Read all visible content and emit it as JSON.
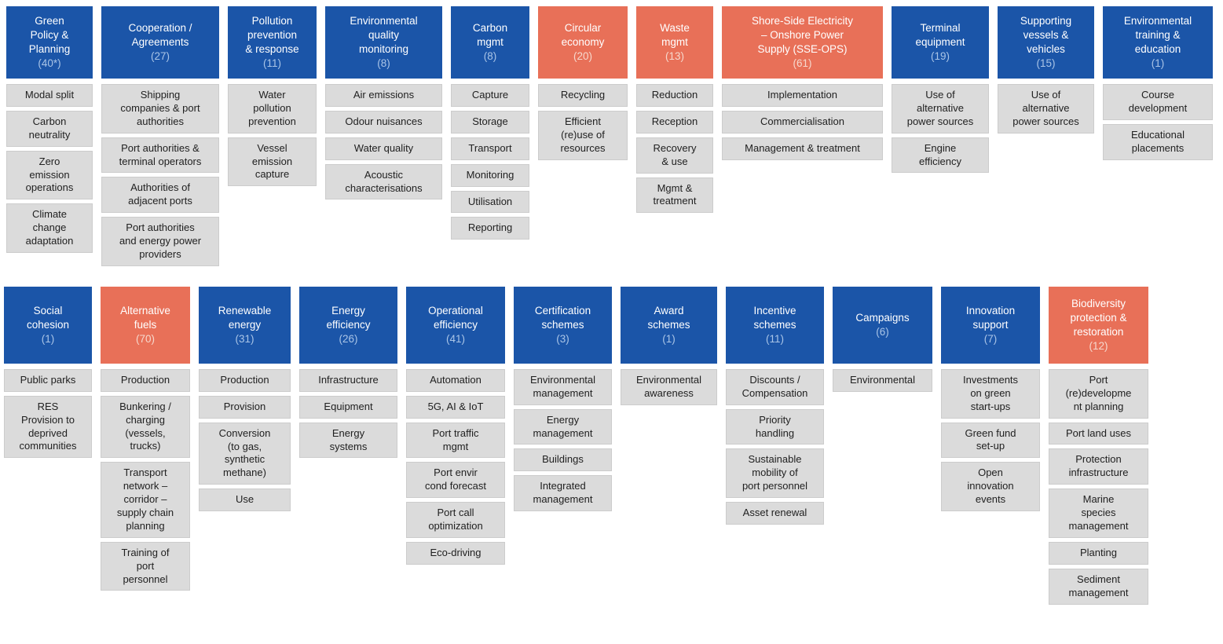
{
  "palette": {
    "page_bg": "#ffffff",
    "header_blue": "#1b55a8",
    "header_orange": "#e87058",
    "header_text": "#ffffff",
    "count_text_blue": "#aac5e7",
    "count_text_orange": "#f6d8cd",
    "item_bg": "#dbdbdb",
    "item_border": "#cccccc",
    "item_text": "#212121"
  },
  "rows": [
    {
      "name": "row-1",
      "columns": [
        {
          "title": "Green\nPolicy &\nPlanning",
          "count": "(40*)",
          "accent": "blue",
          "items": [
            "Modal split",
            "Carbon\nneutrality",
            "Zero\nemission\noperations",
            "Climate\nchange\nadaptation"
          ]
        },
        {
          "title": "Cooperation /\nAgreements",
          "count": "(27)",
          "accent": "blue",
          "items": [
            "Shipping\ncompanies & port\nauthorities",
            "Port authorities &\nterminal operators",
            "Authorities of\nadjacent ports",
            "Port authorities\nand energy power\nproviders"
          ]
        },
        {
          "title": "Pollution\nprevention\n& response",
          "count": "(11)",
          "accent": "blue",
          "items": [
            "Water\npollution\nprevention",
            "Vessel\nemission\ncapture"
          ]
        },
        {
          "title": "Environmental\nquality\nmonitoring",
          "count": "(8)",
          "accent": "blue",
          "items": [
            "Air emissions",
            "Odour nuisances",
            "Water quality",
            "Acoustic\ncharacterisations"
          ]
        },
        {
          "title": "Carbon\nmgmt",
          "count": "(8)",
          "accent": "blue",
          "items": [
            "Capture",
            "Storage",
            "Transport",
            "Monitoring",
            "Utilisation",
            "Reporting"
          ]
        },
        {
          "title": "Circular\neconomy",
          "count": "(20)",
          "accent": "orange",
          "items": [
            "Recycling",
            "Efficient\n(re)use of\nresources"
          ]
        },
        {
          "title": "Waste\nmgmt",
          "count": "(13)",
          "accent": "orange",
          "items": [
            "Reduction",
            "Reception",
            "Recovery\n& use",
            "Mgmt &\ntreatment"
          ]
        },
        {
          "title": "Shore-Side Electricity\n– Onshore Power\nSupply (SSE-OPS)",
          "count": "(61)",
          "accent": "orange",
          "items": [
            "Implementation",
            "Commercialisation",
            "Management & treatment"
          ]
        },
        {
          "title": "Terminal\nequipment",
          "count": "(19)",
          "accent": "blue",
          "items": [
            "Use of\nalternative\npower sources",
            "Engine\nefficiency"
          ]
        },
        {
          "title": "Supporting\nvessels &\nvehicles",
          "count": "(15)",
          "accent": "blue",
          "items": [
            "Use of\nalternative\npower sources"
          ]
        },
        {
          "title": "Environmental\ntraining &\neducation",
          "count": "(1)",
          "accent": "blue",
          "items": [
            "Course\ndevelopment",
            "Educational\nplacements"
          ]
        }
      ]
    },
    {
      "name": "row-2",
      "columns": [
        {
          "title": "Social\ncohesion",
          "count": "(1)",
          "accent": "blue",
          "items": [
            "Public parks",
            "RES\nProvision to\ndeprived\ncommunities"
          ]
        },
        {
          "title": "Alternative\nfuels",
          "count": "(70)",
          "accent": "orange",
          "items": [
            "Production",
            "Bunkering /\ncharging\n(vessels,\ntrucks)",
            "Transport\nnetwork –\ncorridor –\nsupply chain\nplanning",
            "Training of\nport\npersonnel"
          ]
        },
        {
          "title": "Renewable\nenergy",
          "count": "(31)",
          "accent": "blue",
          "items": [
            "Production",
            "Provision",
            "Conversion\n(to gas,\nsynthetic\nmethane)",
            "Use"
          ]
        },
        {
          "title": "Energy\nefficiency",
          "count": "(26)",
          "accent": "blue",
          "items": [
            "Infrastructure",
            "Equipment",
            "Energy\nsystems"
          ]
        },
        {
          "title": "Operational\nefficiency",
          "count": "(41)",
          "accent": "blue",
          "items": [
            "Automation",
            "5G, AI & IoT",
            "Port traffic\nmgmt",
            "Port envir\ncond forecast",
            "Port call\noptimization",
            "Eco-driving"
          ]
        },
        {
          "title": "Certification\nschemes",
          "count": "(3)",
          "accent": "blue",
          "items": [
            "Environmental\nmanagement",
            "Energy\nmanagement",
            "Buildings",
            "Integrated\nmanagement"
          ]
        },
        {
          "title": "Award\nschemes",
          "count": "(1)",
          "accent": "blue",
          "items": [
            "Environmental\nawareness"
          ]
        },
        {
          "title": "Incentive\nschemes",
          "count": "(11)",
          "accent": "blue",
          "items": [
            "Discounts /\nCompensation",
            "Priority\nhandling",
            "Sustainable\nmobility of\nport personnel",
            "Asset renewal"
          ]
        },
        {
          "title": "Campaigns",
          "count": "(6)",
          "accent": "blue",
          "items": [
            "Environmental"
          ]
        },
        {
          "title": "Innovation\nsupport",
          "count": "(7)",
          "accent": "blue",
          "items": [
            "Investments\non green\nstart-ups",
            "Green fund\nset-up",
            "Open\ninnovation\nevents"
          ]
        },
        {
          "title": "Biodiversity\nprotection &\nrestoration",
          "count": "(12)",
          "accent": "orange",
          "items": [
            "Port\n(re)developme\nnt planning",
            "Port land uses",
            "Protection\ninfrastructure",
            "Marine\nspecies\nmanagement",
            "Planting",
            "Sediment\nmanagement"
          ]
        }
      ]
    }
  ]
}
